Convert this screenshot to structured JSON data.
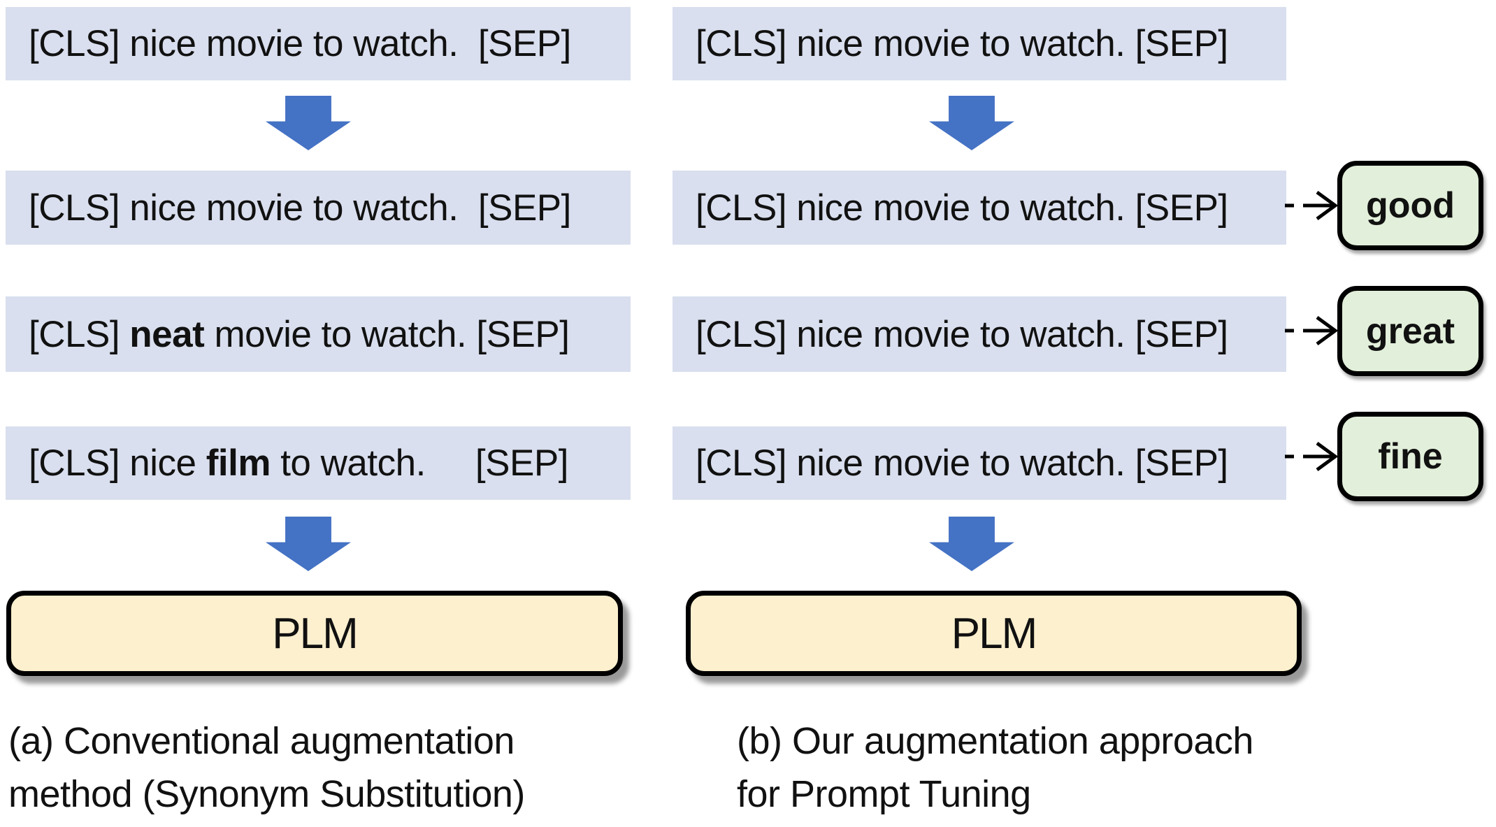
{
  "panel_a": {
    "rows": [
      {
        "pre": "[CLS] nice movie to watch.  [SEP]"
      },
      {
        "pre": "[CLS] nice movie to watch.  [SEP]"
      },
      {
        "pre": "[CLS] ",
        "bold": "neat",
        "post": " movie to watch. [SEP]"
      },
      {
        "pre": "[CLS] nice ",
        "bold": "film",
        "post": " to watch.     [SEP]"
      }
    ],
    "plm_label": "PLM",
    "caption": {
      "line1": "(a) Conventional augmentation",
      "line2": "method (Synonym Substitution)"
    }
  },
  "panel_b": {
    "rows": [
      {
        "pre": "[CLS] nice movie to watch. [SEP]"
      },
      {
        "pre": "[CLS] nice movie to watch. [SEP]"
      },
      {
        "pre": "[CLS] nice movie to watch. [SEP]"
      },
      {
        "pre": "[CLS] nice movie to watch. [SEP]"
      }
    ],
    "labels": [
      "good",
      "great",
      "fine"
    ],
    "plm_label": "PLM",
    "caption": {
      "line1": "(b) Our augmentation approach",
      "line2": "for Prompt Tuning"
    }
  },
  "colors": {
    "sequence_box_fill": "#d9dfee",
    "arrow_blue": "#4472c4",
    "plm_fill": "#fdf0ce",
    "label_fill": "#e2efda",
    "text": "#111111"
  }
}
